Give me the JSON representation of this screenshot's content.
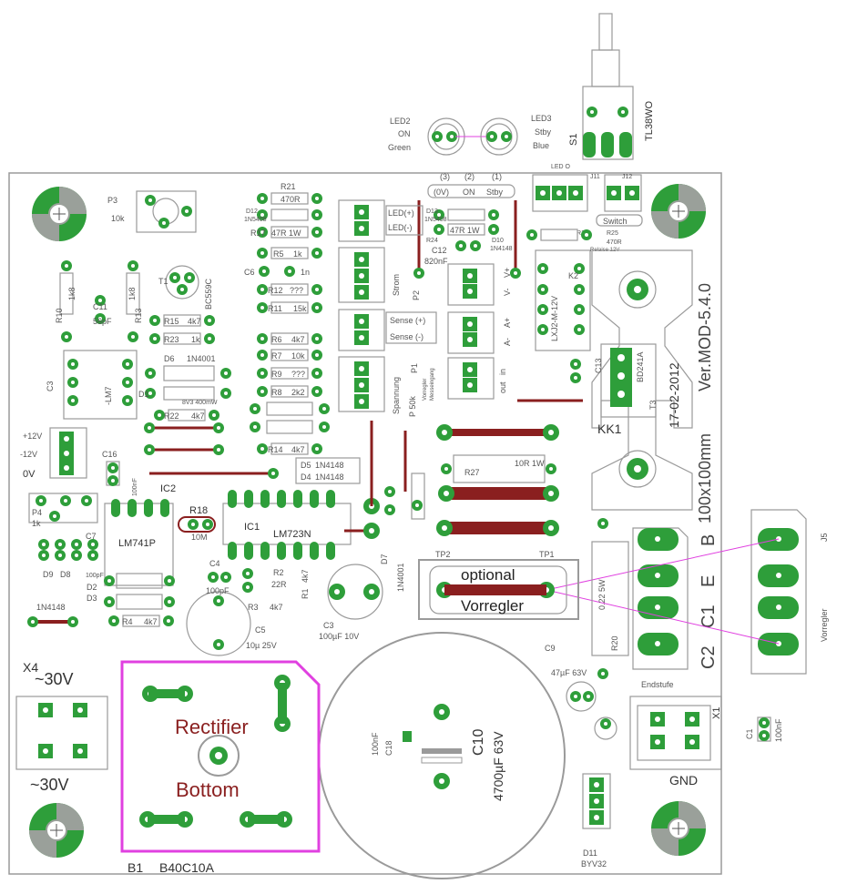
{
  "board": {
    "version": "Ver.MOD-5.4.0",
    "date": "17-02-2012",
    "size": "100x100mm"
  },
  "colors": {
    "pad": "#2e9e3a",
    "trace": "#8a1f1f",
    "silk": "#9a9a9a",
    "highlight": "#e040e0",
    "hole": "#ffffff"
  },
  "labels": {
    "led2": [
      "LED2",
      "ON",
      "Green"
    ],
    "led3": [
      "LED3",
      "Stby",
      "Blue"
    ],
    "s1": "S1",
    "switch_part": "TL38WO",
    "p3": "P3",
    "p3v": "10k",
    "r21": "R21",
    "r21v": "470R",
    "d12": "D12",
    "d12v": "1N5408",
    "r17": "R17",
    "r17v": "47R 1W",
    "c6": "C6",
    "c6v": "1n",
    "r5": "R5",
    "r5v": "1k",
    "r12": "R12",
    "r12v": "???",
    "r11": "R11",
    "r11v": "15k",
    "r6": "R6",
    "r6v": "4k7",
    "r7": "R7",
    "r7v": "10k",
    "r9": "R9",
    "r9v": "???",
    "r8": "R8",
    "r8v": "2k2",
    "r14": "R14",
    "r14v": "4k7",
    "d5": "D5",
    "d5v": "1N4148",
    "d4": "D4",
    "d4v": "1N4148",
    "led_plus": "LED(+)",
    "led_minus": "LED(-)",
    "strom": "Strom",
    "sense_plus": "Sense (+)",
    "sense_minus": "Sense (-)",
    "spannung": "Spannung",
    "vorregler_text": [
      "Vorregler",
      "Messeingang"
    ],
    "p_50k": "P   50k",
    "p1": "P1",
    "p2": "P2",
    "t1": "T1",
    "t1v": "BC559C",
    "r13": "R13",
    "r13v": "1k8",
    "r10": "R10",
    "r10v": "1k8",
    "c11": "C11",
    "c11v": "56pF",
    "r15": "R15",
    "r15v": "4k7",
    "r23": "R23",
    "r23v": "1k",
    "d6": "D6",
    "d6v": "1N4001",
    "d1": "D1",
    "d1v": "8V3 400mW",
    "r22": "R22",
    "r22v": "4k7",
    "ic_lm7": "-LM7",
    "c3": "C3",
    "v12p": "+12V",
    "v12n": "-12V",
    "v0": "0V",
    "c16": "C16",
    "c16v": "100nF",
    "ic2": "IC2",
    "ic2v": "LM741P",
    "r18": "R18",
    "r18v": "10M",
    "ic1": "IC1",
    "ic1v": "LM723N",
    "p4": "P4",
    "p4v": "1k",
    "c7": "C7",
    "c7v": "100pF",
    "d9": "D9",
    "d8": "D8",
    "d2": "D2",
    "d3": "D3",
    "r4": "R4",
    "r4v": "4k7",
    "n4148": "1N4148",
    "c4": "C4",
    "c4v": "100pF",
    "r2": "R2",
    "r2v": "22R",
    "r3": "R3",
    "r3v": "4k7",
    "r1": "R1",
    "r1v": "4k7",
    "c5": "C5",
    "c5v": "10µ 25V",
    "c3b": "C3",
    "c3bv": "100µF 10V",
    "d7": "D7",
    "d7v": "1N4001",
    "r27": "R27",
    "r27v": "10R 1W",
    "tp1": "TP1",
    "tp2": "TP2",
    "optional": "optional",
    "vorregler": "Vorregler",
    "r20": "R20",
    "r20v": "0.22 5W",
    "c9": "C9",
    "c9v": "47µF 63V",
    "d11": "D11",
    "d11v": "BYV32",
    "endstufe": "Endstufe",
    "gnd": "GND",
    "x1": "X1",
    "c1": "C1",
    "c1v": "100nF",
    "j5": "J5",
    "vorregler_v": "Vorregler",
    "b_label": "B",
    "e_label": "E",
    "c1_label": "C1",
    "c2_label": "C2",
    "t3": "T3",
    "t3v": "BD241A",
    "kk1": "KK1",
    "c13": "C13",
    "k2": "K2",
    "k2v": "LXJ2-M-12V",
    "c12": "C12",
    "c12v": "820nF",
    "d13": "D13",
    "d13v": "1N5408",
    "r24": "R24",
    "r24v": "47R 1W",
    "d10": "D10",
    "d10v": "1N4148",
    "r19": "R19",
    "r19v": "470R",
    "r25": "R25",
    "relaise": "Relaise 12V",
    "switch": "Switch",
    "led_o": "LED O",
    "j11": "J11",
    "j12": "J12",
    "sel_3": "(3)",
    "sel_2": "(2)",
    "sel_1": "(1)",
    "sel_0v": "(0V)",
    "sel_on": "ON",
    "sel_stby": "Stby",
    "v_plus": "V+",
    "v_minus": "V-",
    "ausgang": [
      "A+",
      "A-"
    ],
    "in_out": [
      "in",
      "out"
    ],
    "x4": "X4",
    "v30": "~30V",
    "v30b": "~30V",
    "rectifier": "Rectifier",
    "bottom": "Bottom",
    "b1": "B1",
    "b1v": "B40C10A",
    "c10": "C10",
    "c10v": "4700µF 63V",
    "c18": "C18",
    "c18v": "100nF"
  }
}
